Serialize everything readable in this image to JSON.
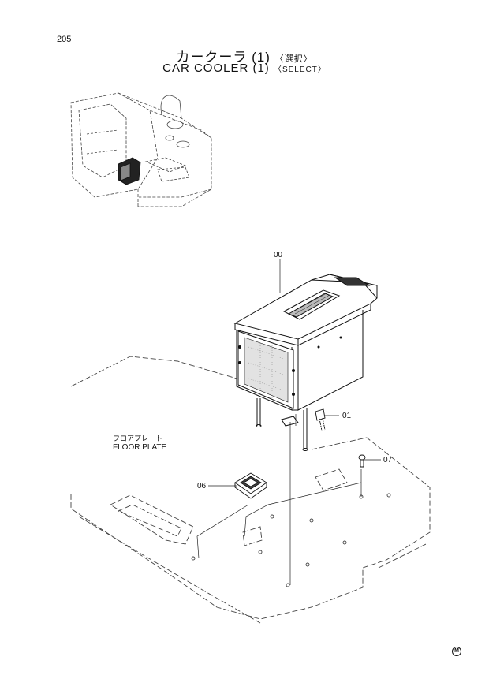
{
  "page_number": "205",
  "title": {
    "jp_main": "カークーラ (1)",
    "jp_sub": "〈選択〉",
    "en_main": "CAR COOLER (1)",
    "en_sub": "〈SELECT〉"
  },
  "labels": {
    "part_00": "00",
    "part_01": "01",
    "part_06": "06",
    "part_07": "07",
    "floor_plate_jp": "フロアプレート",
    "floor_plate_en": "FLOOR PLATE"
  },
  "corner_mark": "M"
}
